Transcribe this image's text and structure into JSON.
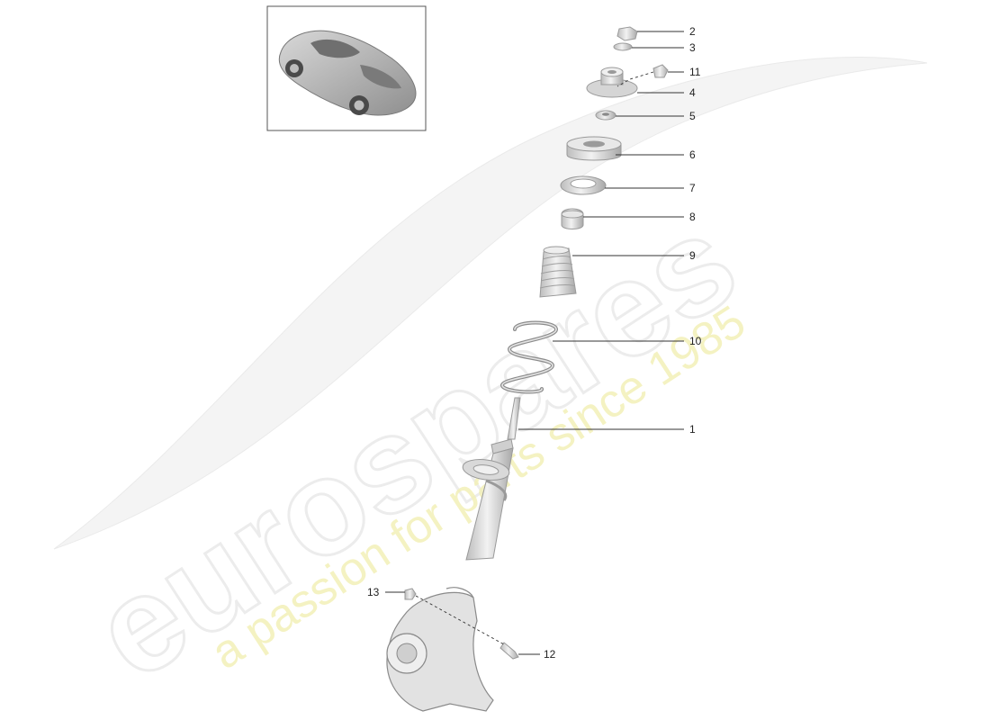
{
  "watermark": {
    "brand": "eurospares",
    "tagline": "a passion for parts since 1985"
  },
  "thumbnail": {
    "icon": "car-thumbnail-icon"
  },
  "callouts": [
    {
      "id": "2",
      "label": "2"
    },
    {
      "id": "3",
      "label": "3"
    },
    {
      "id": "11",
      "label": "11"
    },
    {
      "id": "4",
      "label": "4"
    },
    {
      "id": "5",
      "label": "5"
    },
    {
      "id": "6",
      "label": "6"
    },
    {
      "id": "7",
      "label": "7"
    },
    {
      "id": "8",
      "label": "8"
    },
    {
      "id": "9",
      "label": "9"
    },
    {
      "id": "10",
      "label": "10"
    },
    {
      "id": "1",
      "label": "1"
    },
    {
      "id": "13",
      "label": "13"
    },
    {
      "id": "12",
      "label": "12"
    }
  ],
  "colors": {
    "part_fill": "#dcdcdc",
    "part_stroke": "#9a9a9a",
    "watermark_grey": "#ececec",
    "watermark_yellow": "#f3f0b8",
    "frame": "#555555"
  }
}
